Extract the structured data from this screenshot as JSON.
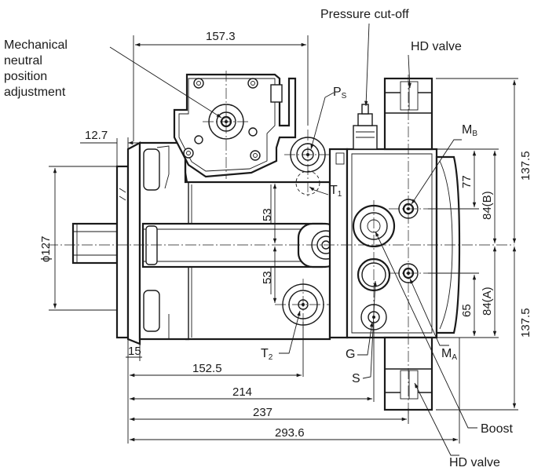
{
  "labels": {
    "pressure_cutoff": "Pressure cut-off",
    "hd_valve_top": "HD valve",
    "mechanical": [
      "Mechanical",
      "neutral",
      "position",
      "adjustment"
    ],
    "ps": "P",
    "ps_sub": "S",
    "mb": "M",
    "mb_sub": "B",
    "t1": "T",
    "t1_sub": "1",
    "t2": "T",
    "t2_sub": "2",
    "g": "G",
    "ma": "M",
    "ma_sub": "A",
    "s": "S",
    "boost": "Boost",
    "hd_valve_bottom": "HD valve"
  },
  "dimensions": {
    "top_width": "157.3",
    "left_offset": "12.7",
    "diameter": "ϕ127",
    "upper_53": "53",
    "lower_53": "53",
    "flange_15": "15",
    "d152": "152.5",
    "d214": "214",
    "d237": "237",
    "d293": "293.6",
    "v77": "77",
    "v84b": "84(B)",
    "v65": "65",
    "v84a": "84(A)",
    "v137_top": "137.5",
    "v137_bottom": "137.5"
  }
}
